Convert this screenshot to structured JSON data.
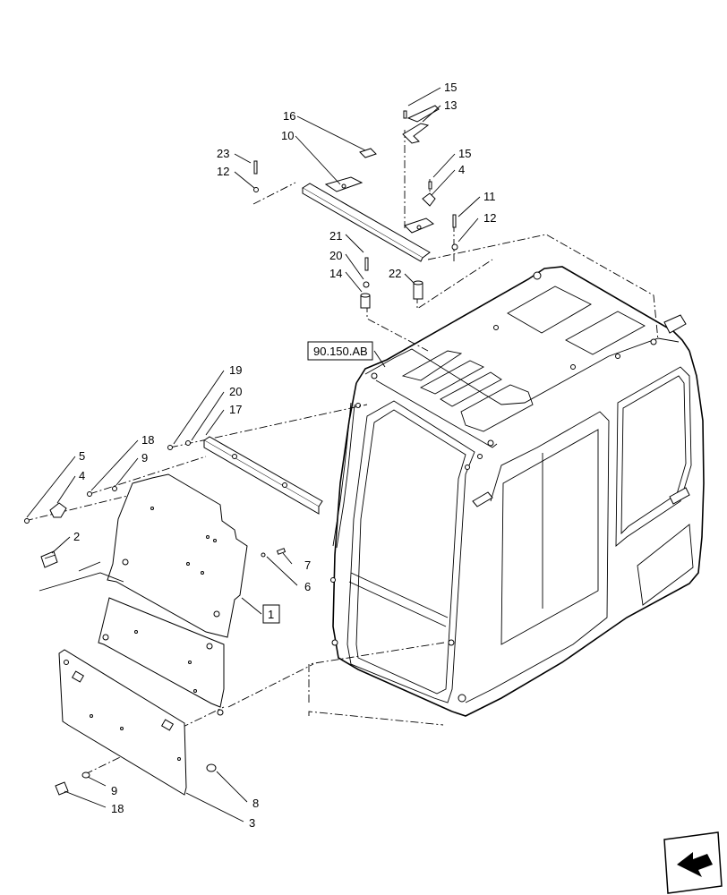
{
  "reference_box": "90.150.AB",
  "assembly_box": "1",
  "callouts": {
    "c15a": "15",
    "c13": "13",
    "c16": "16",
    "c10": "10",
    "c23": "23",
    "c12a": "12",
    "c15b": "15",
    "c4a": "4",
    "c11": "11",
    "c12b": "12",
    "c21": "21",
    "c20a": "20",
    "c14": "14",
    "c22": "22",
    "c19": "19",
    "c20b": "20",
    "c17": "17",
    "c18a": "18",
    "c9a": "9",
    "c5": "5",
    "c4b": "4",
    "c2": "2",
    "c7": "7",
    "c6": "6",
    "c9b": "9",
    "c18b": "18",
    "c8": "8",
    "c3": "3"
  },
  "nav_icon": "next-page-arrow-icon"
}
